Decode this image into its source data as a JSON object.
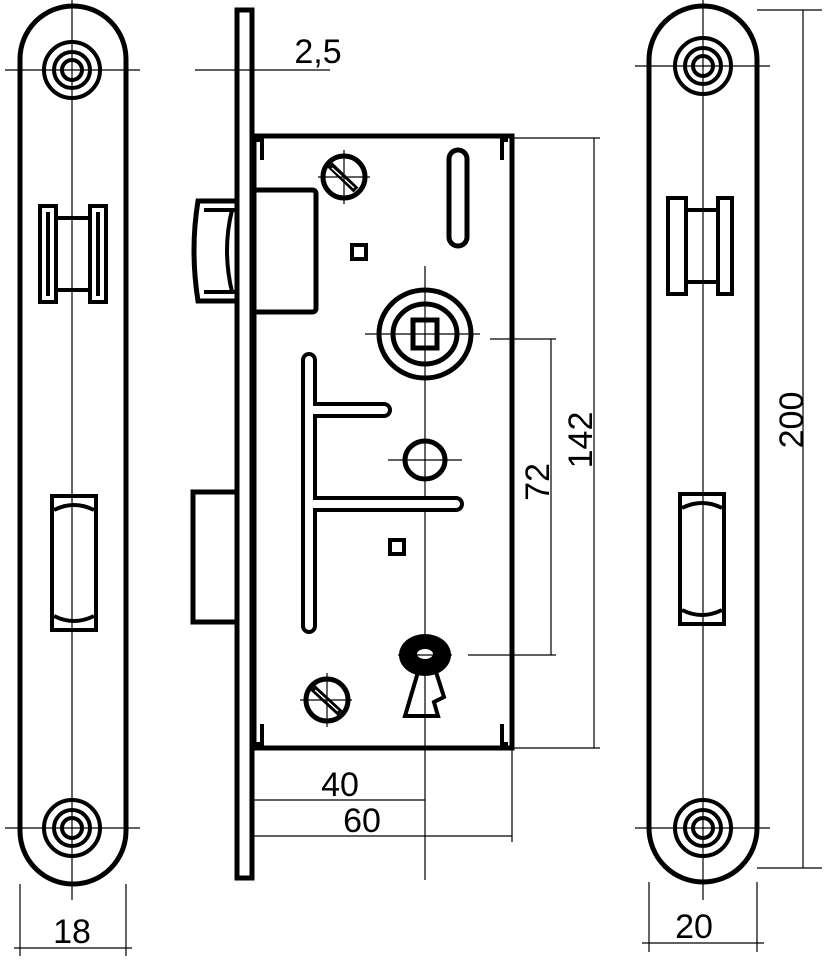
{
  "title": "Mortise lock dimensional drawing",
  "colors": {
    "line": "#000000",
    "background": "#ffffff"
  },
  "dimensions": {
    "faceplate_thickness": "2,5",
    "body_height": "142",
    "follower_to_keyhole": "72",
    "faceplate_length": "200",
    "backset": "40",
    "body_depth": "60",
    "faceplate_width_left": "18",
    "faceplate_width_right": "20"
  }
}
